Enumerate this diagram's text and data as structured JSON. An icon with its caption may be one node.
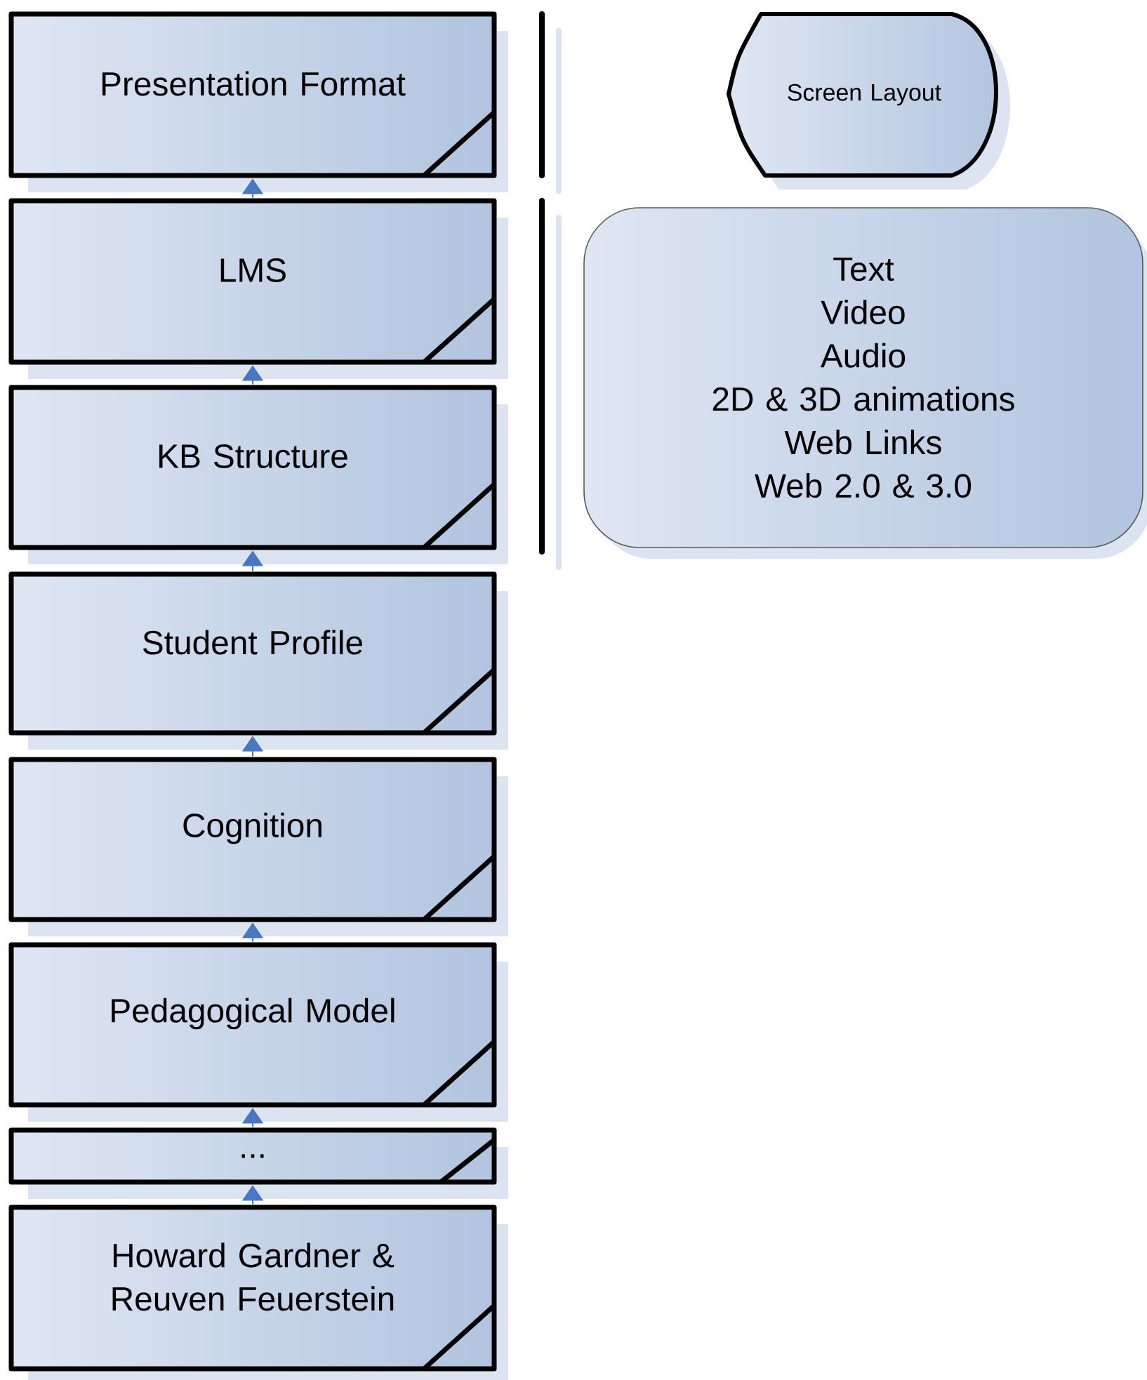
{
  "diagram": {
    "nodes": [
      {
        "text": [
          "Presentation Format"
        ]
      },
      {
        "text": [
          "LMS"
        ]
      },
      {
        "text": [
          "KB Structure"
        ]
      },
      {
        "text": [
          "Student Profile"
        ]
      },
      {
        "text": [
          "Cognition"
        ]
      },
      {
        "text": [
          "Pedagogical Model"
        ]
      },
      {
        "text": [
          "..."
        ]
      },
      {
        "text": [
          "Howard Gardner & Reuven Feuerstein"
        ]
      },
      {
        "text": [
          "Screen Layout"
        ]
      },
      {
        "text": [
          "Text",
          "Video",
          "Audio",
          "2D & 3D animations",
          "Web Links",
          "Web 2.0 & 3.0"
        ]
      }
    ],
    "edges": [
      {
        "from": 1,
        "to": 0,
        "arrow": "to"
      },
      {
        "from": 2,
        "to": 1,
        "arrow": "to"
      },
      {
        "from": 3,
        "to": 2,
        "arrow": "to"
      },
      {
        "from": 4,
        "to": 3,
        "arrow": "to"
      },
      {
        "from": 5,
        "to": 4,
        "arrow": "to"
      },
      {
        "from": 6,
        "to": 5,
        "arrow": "to"
      },
      {
        "from": 7,
        "to": 6,
        "arrow": "to"
      }
    ]
  }
}
